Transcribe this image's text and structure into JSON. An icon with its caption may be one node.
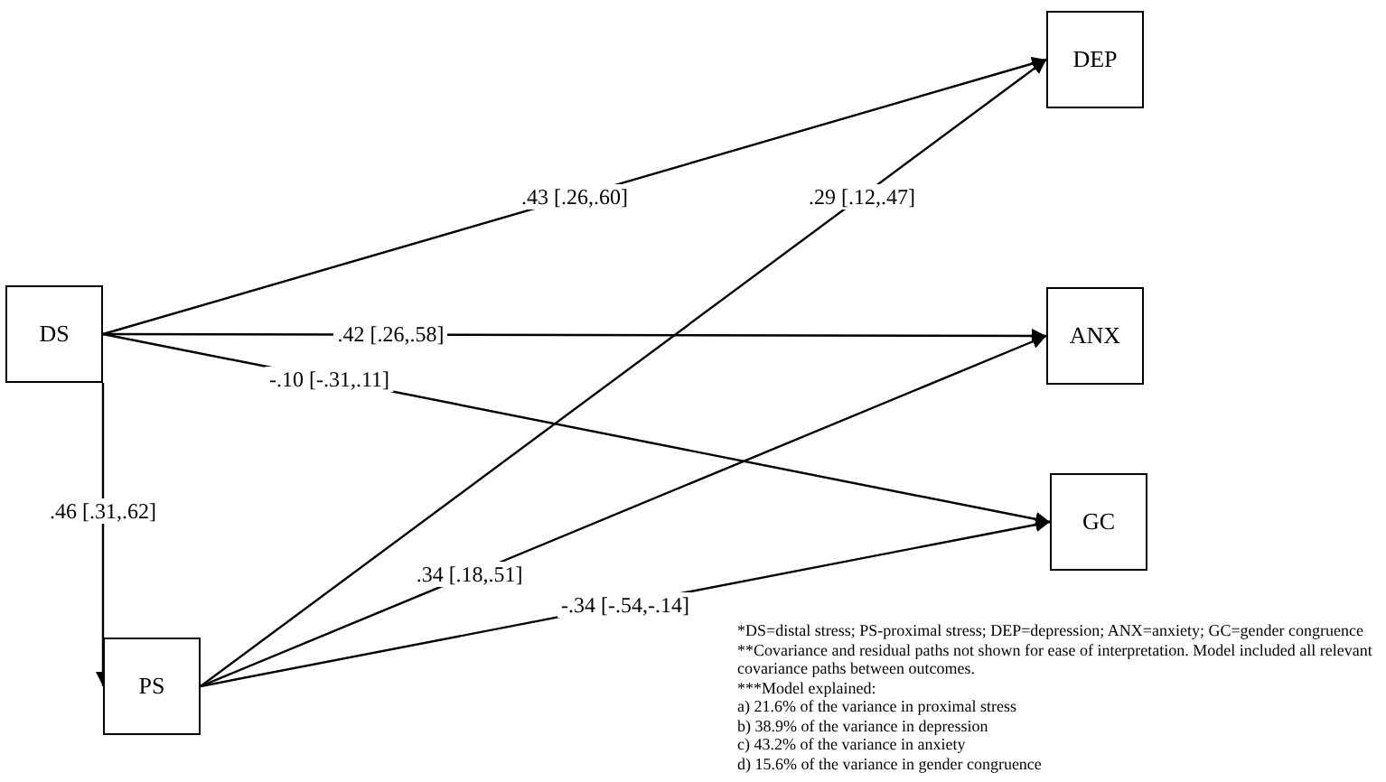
{
  "diagram": {
    "nodes": [
      {
        "text": [
          "DEP"
        ]
      },
      {
        "text": [
          "DS"
        ]
      },
      {
        "text": [
          "ANX"
        ]
      },
      {
        "text": [
          "GC"
        ]
      },
      {
        "text": [
          "PS"
        ]
      }
    ],
    "edges": [
      {
        "from": 1,
        "to": 0,
        "arrow": "to",
        "label": ".43 [.26,.60]"
      },
      {
        "from": 4,
        "to": 0,
        "arrow": "to",
        "label": ".29 [.12,.47]"
      },
      {
        "from": 1,
        "to": 2,
        "arrow": "to",
        "label": ".42 [.26,.58]"
      },
      {
        "from": 1,
        "to": 3,
        "arrow": "to",
        "label": "-.10 [-.31,.11]"
      },
      {
        "from": 1,
        "to": 4,
        "arrow": "to",
        "label": ".46 [.31,.62]"
      },
      {
        "from": 4,
        "to": 2,
        "arrow": "to",
        "label": ".34 [.18,.51]"
      },
      {
        "from": 4,
        "to": 3,
        "arrow": "to",
        "label": "-.34 [-.54,-.14]"
      }
    ],
    "labels": [
      "*DS=distal stress; PS-proximal stress; DEP=depression; ANX=anxiety; GC=gender congruence",
      "**Covariance and residual paths not shown for ease of interpretation. Model included all relevant covariance paths between outcomes.",
      "***Model explained:",
      "a) 21.6% of the variance in proximal stress",
      "b) 38.9% of the variance in depression",
      "c) 43.2% of the variance in anxiety",
      "d) 15.6% of the variance in gender congruence"
    ]
  }
}
